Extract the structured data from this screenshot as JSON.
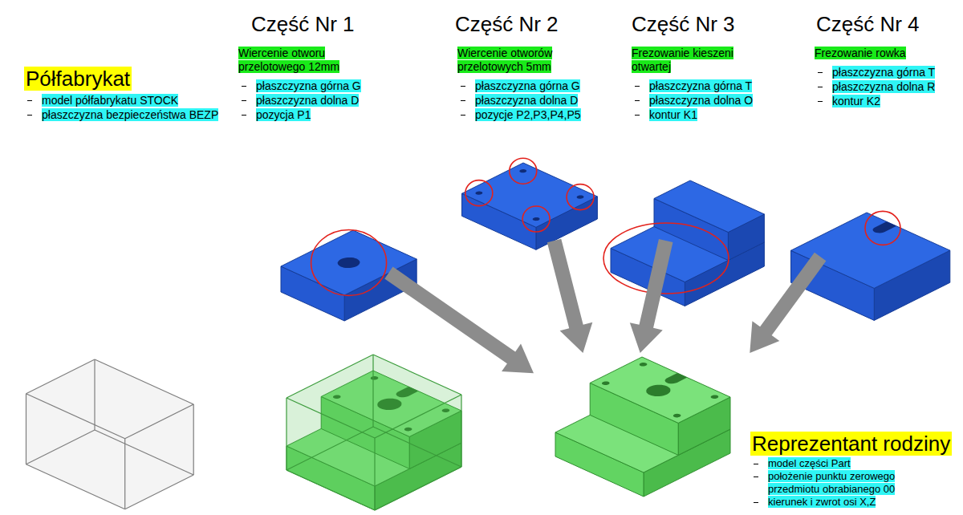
{
  "diagram": {
    "nodes": [
      {
        "text": [
          "Część Nr 1",
          "Wiercenie otworu przelotowego 12mm",
          "płaszczyzna górna G",
          "płaszczyzna dolna D",
          "pozycja P1"
        ]
      },
      {
        "text": [
          "Część Nr 2",
          "Wiercenie otworów przelotowych 5mm",
          "płaszczyzna górna G",
          "płaszczyzna dolna D",
          "pozycje P2,P3,P4,P5"
        ]
      },
      {
        "text": [
          "Część Nr 3",
          "Frezowanie kieszeni otwartej",
          "płaszczyzna górna T",
          "płaszczyzna dolna O",
          "kontur K1"
        ]
      },
      {
        "text": [
          "Część Nr 4",
          "Frezowanie rowka",
          "płaszczyzna górna T",
          "płaszczyzna dolna R",
          "kontur K2"
        ]
      },
      {
        "text": [
          "Półfabrykat",
          "model półfabrykatu STOCK",
          "płaszczyzna bezpieczeństwa BEZP"
        ]
      },
      {
        "text": [
          "Reprezentant rodziny",
          "model części Part",
          "położenie punktu zerowego przedmiotu obrabianego 00",
          "kierunek i zwrot osi X,Z"
        ]
      }
    ],
    "edges": [
      {
        "from": 0,
        "to": 5,
        "arrow": "to"
      },
      {
        "from": 1,
        "to": 5,
        "arrow": "to"
      },
      {
        "from": 2,
        "to": 5,
        "arrow": "to"
      },
      {
        "from": 3,
        "to": 5,
        "arrow": "to"
      }
    ]
  }
}
